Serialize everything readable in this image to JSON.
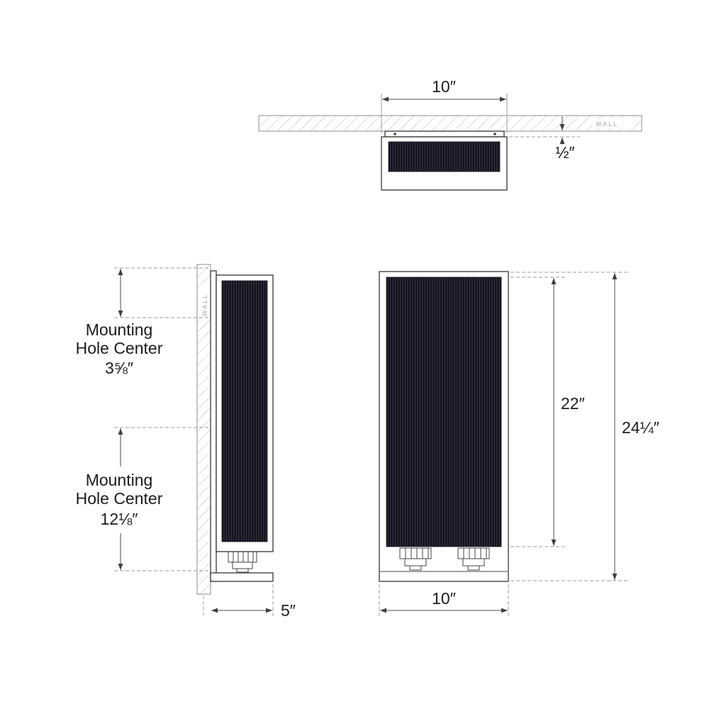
{
  "diagram": {
    "type": "technical-dimension-drawing",
    "subject": "wall-mounted linear sconce with ribbed glass shade",
    "wall_label": "WALL",
    "top_view": {
      "width": "10″",
      "wall_offset": "½″"
    },
    "side_view": {
      "upper_mount": {
        "line1": "Mounting",
        "line2": "Hole Center",
        "line3": "3⅝″"
      },
      "lower_mount": {
        "line1": "Mounting",
        "line2": "Hole Center",
        "line3": "12⅛″"
      },
      "depth": "5″"
    },
    "front_view": {
      "panel_height": "22″",
      "overall_height": "24¼″",
      "width": "10″"
    },
    "colors": {
      "line": "#454545",
      "dimension": "#4a4a4a",
      "extension": "#9b9b9b",
      "hatch": "#b8b8b8",
      "panel_dark": "#12121c",
      "panel_rib": "#3e3e52",
      "text": "#1c1c1c",
      "wall_text": "#a8a8a8",
      "background": "#ffffff"
    }
  }
}
